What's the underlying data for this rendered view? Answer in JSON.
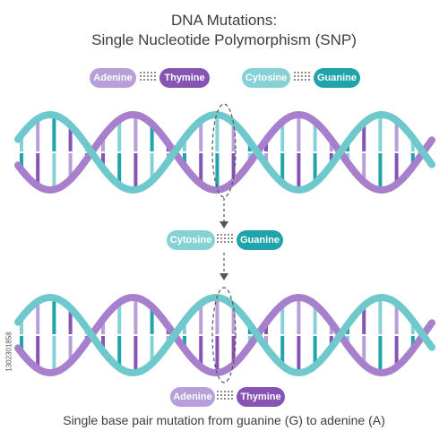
{
  "title": {
    "line1": "DNA Mutations:",
    "line2": "Single Nucleotide Polymorphism (SNP)"
  },
  "legend": {
    "adenine": "Adenine",
    "thymine": "Thymine",
    "cytosine": "Cytosine",
    "guanine": "Guanine"
  },
  "middle_pair": {
    "left": "Cytosine",
    "right": "Guanine"
  },
  "bottom_pair": {
    "left": "Adenine",
    "right": "Thymine"
  },
  "caption": "Single base pair mutation from guanine (G) to adenine (A)",
  "side_id": "1302301858",
  "colors": {
    "adenine": "#b79fd9",
    "thymine": "#8654b3",
    "cytosine": "#86d1d6",
    "guanine": "#21a3ab",
    "strand_teal": "#6fc9cc",
    "strand_purple": "#a77fcc",
    "highlight": "#555555"
  }
}
